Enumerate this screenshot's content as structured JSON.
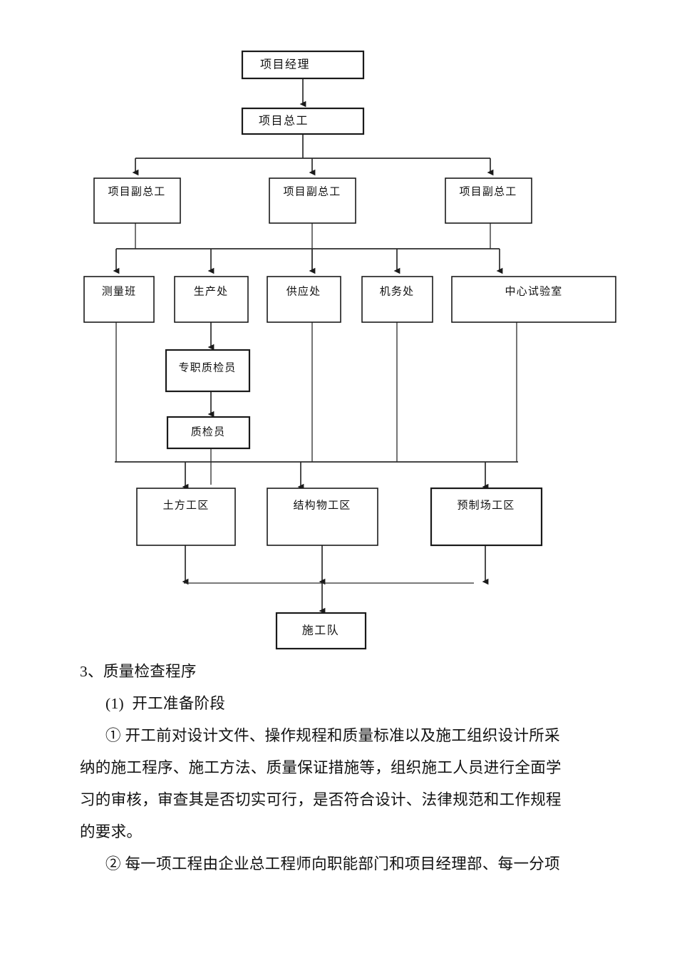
{
  "document": {
    "type": "construction-quality-org-chart-page"
  },
  "org_chart": {
    "title": "",
    "nodes": {
      "project_manager": "项目经理",
      "project_chief_engineer": "项目总工",
      "deputy_1": "项目副总工",
      "deputy_2": "项目副总工",
      "deputy_3": "项目副总工",
      "survey_team": "测量班",
      "production_dept": "生产处",
      "supply_dept": "供应处",
      "machinery_dept": "机务处",
      "central_lab": "中心试验室",
      "full_time_inspector": "专职质检员",
      "inspector": "质检员",
      "earthwork_zone": "土方工区",
      "structure_zone": "结构物工区",
      "precast_yard_zone": "预制场工区",
      "construction_team": "施工队"
    }
  },
  "body": {
    "heading": "3、质量检查程序",
    "sub_heading": "(1)  开工准备阶段",
    "para1_line1": "① 开工前对设计文件、操作规程和质量标准以及施工组织设计所采",
    "para1_line2": "纳的施工程序、施工方法、质量保证措施等，组织施工人员进行全面学",
    "para1_line3": "习的审核，审查其是否切实可行，是否符合设计、法律规范和工作规程",
    "para1_line4": "的要求。",
    "para2_line1": "② 每一项工程由企业总工程师向职能部门和项目经理部、每一分项"
  },
  "colors": {
    "page_background": "#ffffff",
    "box_border": "#1a1a1a",
    "connector": "#2b2b2b",
    "text": "#111111"
  }
}
